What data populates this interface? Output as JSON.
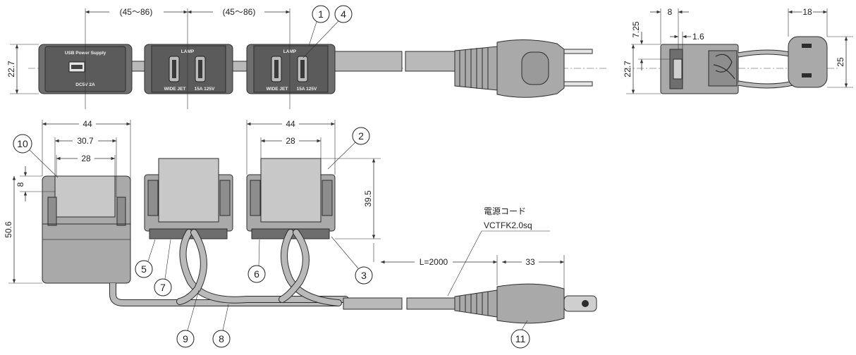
{
  "top_view": {
    "dim_left_gap": "(45～86)",
    "dim_right_gap": "(45～86)",
    "dim_height": "22.7",
    "usb_title": "USB Power Supply",
    "usb_rating": "DC5V 2A",
    "lamp_label": "LAMP",
    "outlet_rating": "15A 125V",
    "wide_jet_label": "WIDE JET"
  },
  "side_view": {
    "dim_8": "8",
    "dim_1_6": "1.6",
    "dim_7_25": "7.25",
    "dim_22_7": "22.7",
    "dim_18": "18",
    "dim_25": "25"
  },
  "front_view": {
    "dim_44_left": "44",
    "dim_30_7": "30.7",
    "dim_28_left": "28",
    "dim_8_left": "8",
    "dim_50_6": "50.6",
    "dim_44_right": "44",
    "dim_28_right": "28",
    "dim_39_5": "39.5",
    "cord_name": "電源コード",
    "cord_type": "VCTFK2.0sq",
    "cord_length": "L=2000",
    "plug_length": "33"
  },
  "callouts": {
    "c1": "1",
    "c2": "2",
    "c3": "3",
    "c4": "4",
    "c5": "5",
    "c6": "6",
    "c7": "7",
    "c8": "8",
    "c9": "9",
    "c10": "10",
    "c11": "11"
  }
}
